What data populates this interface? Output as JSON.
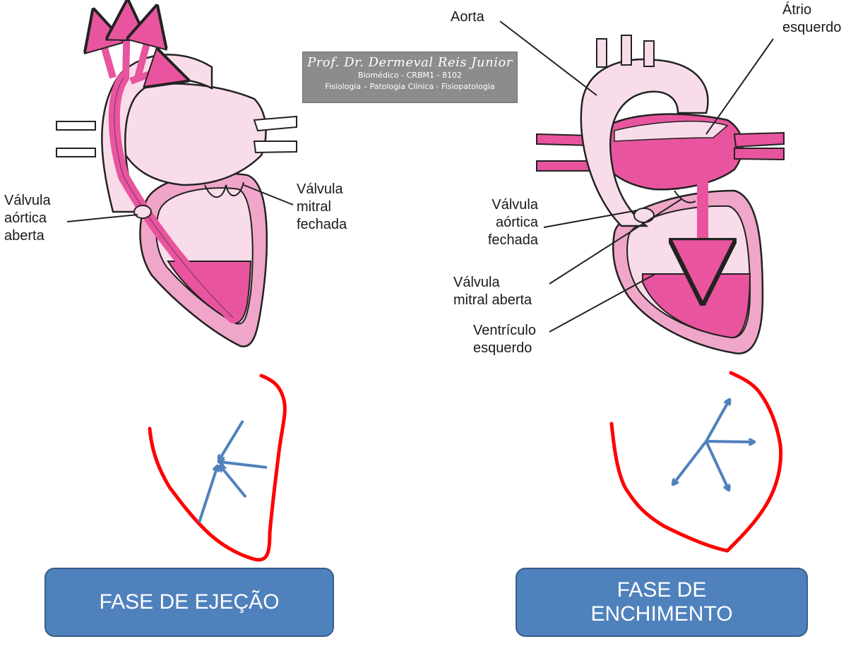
{
  "watermark": {
    "name": "Prof. Dr. Dermeval Reis Junior",
    "line1": "Biomédico  -  CRBM1  -  8102",
    "line2": "Fisiologia – Patologia Clínica - Fisiopatologia"
  },
  "left_heart": {
    "label_valvula_aortica": [
      "Válvula",
      "aórtica",
      "aberta"
    ],
    "label_valvula_mitral": [
      "Válvula",
      "mitral",
      "fechada"
    ]
  },
  "right_heart": {
    "label_aorta": "Aorta",
    "label_atrio": [
      "Átrio",
      "esquerdo"
    ],
    "label_valvula_aortica": [
      "Válvula",
      "aórtica",
      "fechada"
    ],
    "label_valvula_mitral": [
      "Válvula",
      "mitral aberta"
    ],
    "label_ventriculo": [
      "Ventrículo",
      "esquerdo"
    ]
  },
  "buttons": {
    "ejecao": "FASE DE EJEÇÃO",
    "enchimento": [
      "FASE DE",
      "ENCHIMENTO"
    ]
  },
  "colors": {
    "blood": "#e8559e",
    "light_pink": "#f9dcea",
    "wall_pink": "#f0a6c8",
    "outline": "#222222",
    "sketch_red": "#ff0000",
    "arrow_blue": "#4f81bd",
    "button_blue": "#4f81bd"
  },
  "icons": {
    "inward_arrows": "ejection-vector-arrows-icon",
    "outward_arrows": "filling-vector-arrows-icon"
  }
}
